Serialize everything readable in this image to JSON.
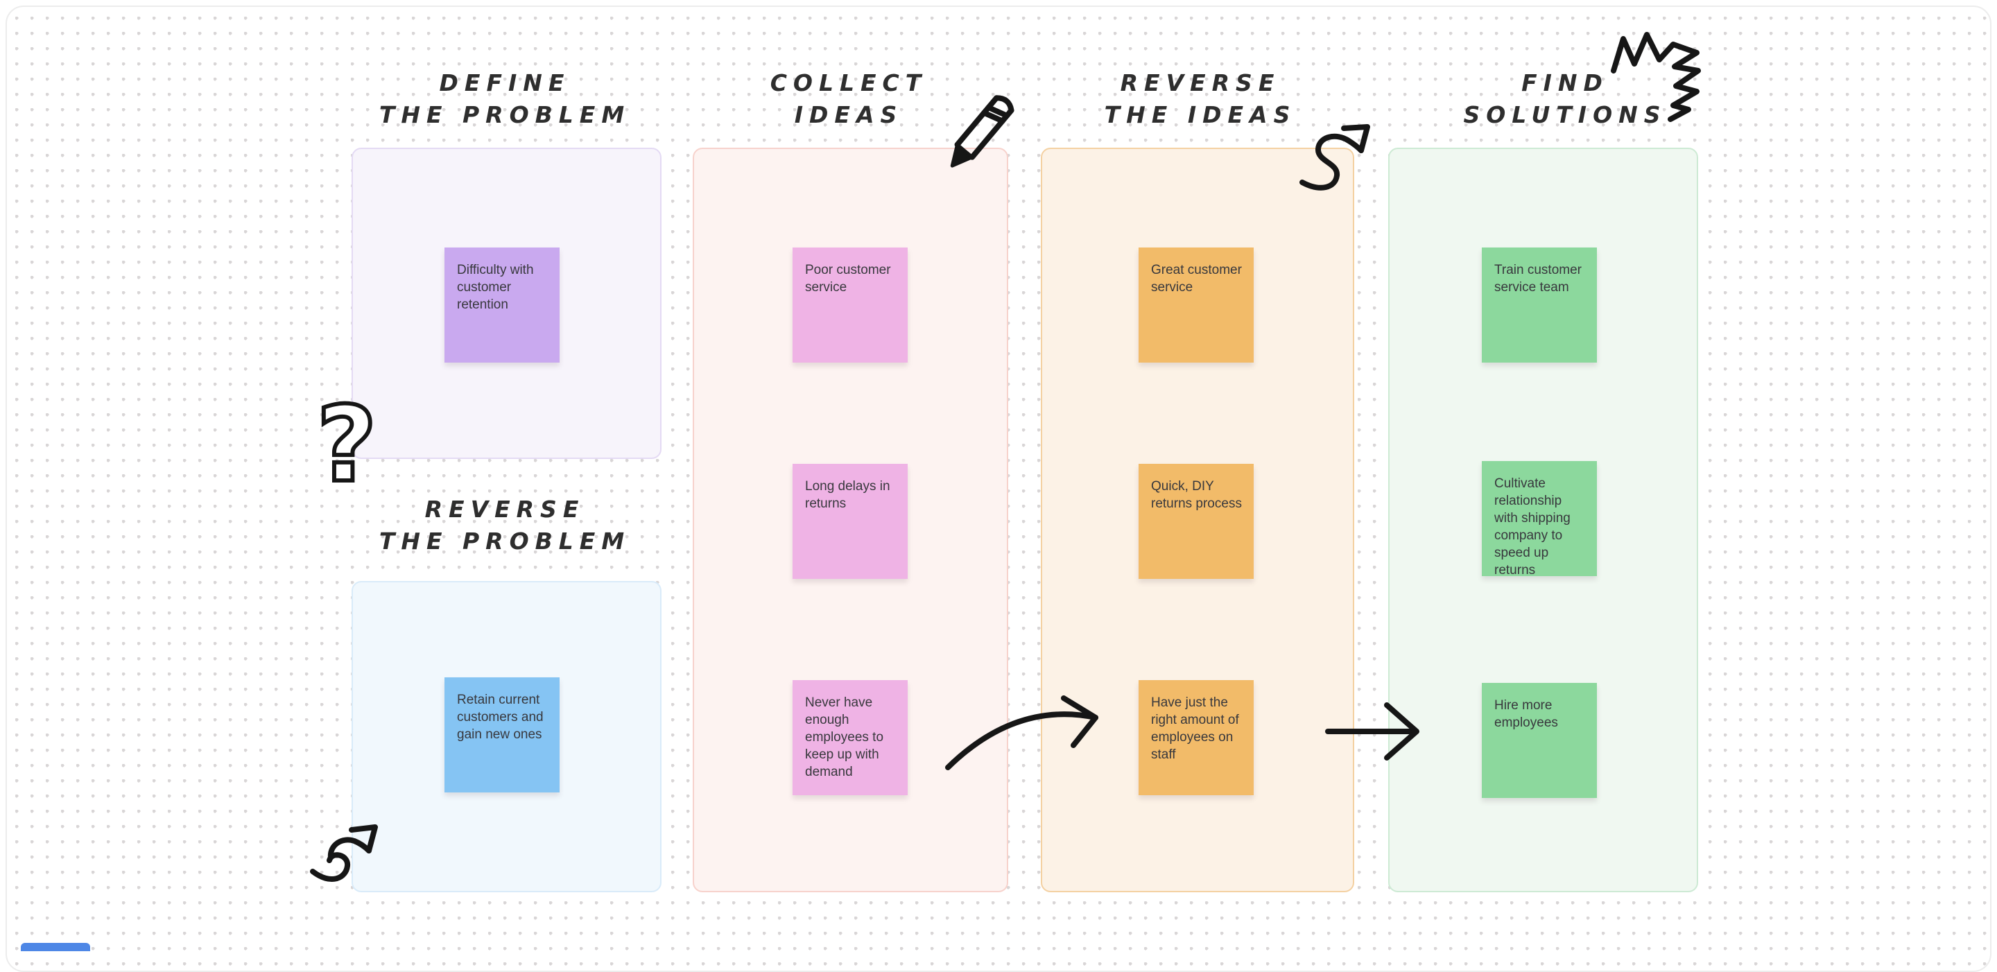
{
  "canvas": {
    "background": "#ffffff",
    "dot_color": "#d8d5d6",
    "ink_color": "#161616"
  },
  "sections": [
    {
      "id": "define-the-problem",
      "title_lines": [
        "DEFINE",
        "THE PROBLEM"
      ],
      "fill": "#f7f4fb",
      "border": "#e4daf4",
      "notes": [
        {
          "text": "Difficulty with customer retention",
          "color": "#c9a9ef"
        }
      ]
    },
    {
      "id": "reverse-the-problem",
      "title_lines": [
        "REVERSE",
        "THE PROBLEM"
      ],
      "fill": "#f1f8fd",
      "border": "#d9ebf9",
      "notes": [
        {
          "text": "Retain current customers and gain new ones",
          "color": "#85c4f3"
        }
      ]
    },
    {
      "id": "collect-ideas",
      "title_lines": [
        "COLLECT",
        "IDEAS"
      ],
      "fill": "#fdf3f1",
      "border": "#f7d2cc",
      "notes": [
        {
          "text": "Poor customer service",
          "color": "#efb3e5"
        },
        {
          "text": "Long delays in returns",
          "color": "#efb3e5"
        },
        {
          "text": "Never have enough employees to keep up with demand",
          "color": "#efb3e5"
        }
      ]
    },
    {
      "id": "reverse-the-ideas",
      "title_lines": [
        "REVERSE",
        "THE IDEAS"
      ],
      "fill": "#fcf2e6",
      "border": "#f4d1a2",
      "notes": [
        {
          "text": "Great customer service",
          "color": "#f2bb69"
        },
        {
          "text": "Quick, DIY returns process",
          "color": "#f2bb69"
        },
        {
          "text": "Have just the right amount of employees on staff",
          "color": "#f2bb69"
        }
      ]
    },
    {
      "id": "find-solutions",
      "title_lines": [
        "FIND",
        "SOLUTIONS"
      ],
      "fill": "#f0f8f1",
      "border": "#cdead4",
      "notes": [
        {
          "text": "Train customer service team",
          "color": "#8cd89d"
        },
        {
          "text": "Cultivate relationship with shipping company to speed up returns",
          "color": "#8cd89d"
        },
        {
          "text": "Hire more employees",
          "color": "#8cd89d"
        }
      ]
    }
  ],
  "doodles": {
    "question_mark_glyph": "?",
    "items": [
      "question-mark",
      "pencil",
      "s-squiggle-arrow",
      "zigzag-burst",
      "wavy-arrow",
      "curved-arrow",
      "straight-arrow"
    ]
  }
}
